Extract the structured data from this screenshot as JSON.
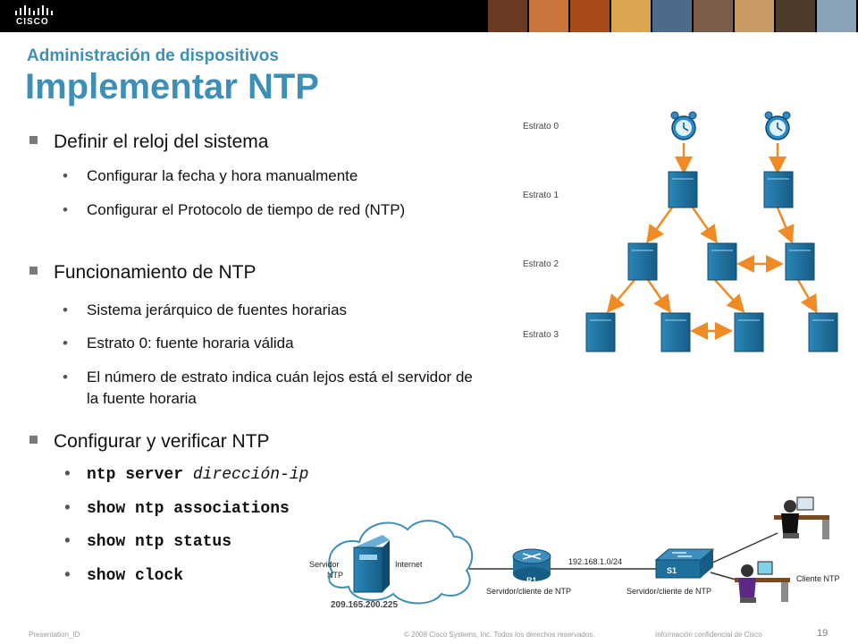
{
  "header": {
    "logo_text": "CISCO",
    "photo_colors": [
      "#6b3a22",
      "#c8743a",
      "#a94a18",
      "#d9a54e",
      "#4c6b8a",
      "#7c5c4a",
      "#c79a66",
      "#4e3a2c",
      "#8aa3b9"
    ]
  },
  "slide": {
    "subtitle": "Administración de dispositivos",
    "title": "Implementar NTP"
  },
  "bullets": [
    {
      "text": "Definir el reloj del sistema",
      "items": [
        "Configurar la fecha y hora manualmente",
        "Configurar el Protocolo de tiempo de red (NTP)"
      ]
    },
    {
      "text": "Funcionamiento de NTP",
      "items": [
        "Sistema jerárquico de fuentes horarias",
        "Estrato 0: fuente horaria válida",
        "El número de estrato indica cuán lejos está el servidor de la fuente horaria"
      ]
    },
    {
      "text": "Configurar y verificar NTP",
      "commands": [
        {
          "cmd": "ntp server",
          "arg": "dirección-ip"
        },
        {
          "cmd": "show ntp associations",
          "arg": ""
        },
        {
          "cmd": "show ntp status",
          "arg": ""
        },
        {
          "cmd": "show clock",
          "arg": ""
        }
      ]
    }
  ],
  "hierarchy": {
    "strata": [
      "Estrato 0",
      "Estrato 1",
      "Estrato 2",
      "Estrato 3"
    ],
    "colors": {
      "arrow": "#f08a24",
      "server": "#1f6f9c",
      "clock": "#2c8ac7"
    }
  },
  "topology": {
    "server_label_1": "Servidor",
    "server_label_2": "NTP",
    "internet_label": "Internet",
    "server_ip": "209.165.200.225",
    "router_label": "R1",
    "router_role": "Servidor/cliente de NTP",
    "link_subnet": "192.168.1.0/24",
    "switch_label": "S1",
    "switch_role": "Servidor/cliente de NTP",
    "client_label": "Cliente NTP"
  },
  "footer": {
    "left": "Presentation_ID",
    "center": "© 2008 Cisco Systems, Inc. Todos los derechos reservados.",
    "right": "Información confidencial de Cisco",
    "page": "19"
  }
}
